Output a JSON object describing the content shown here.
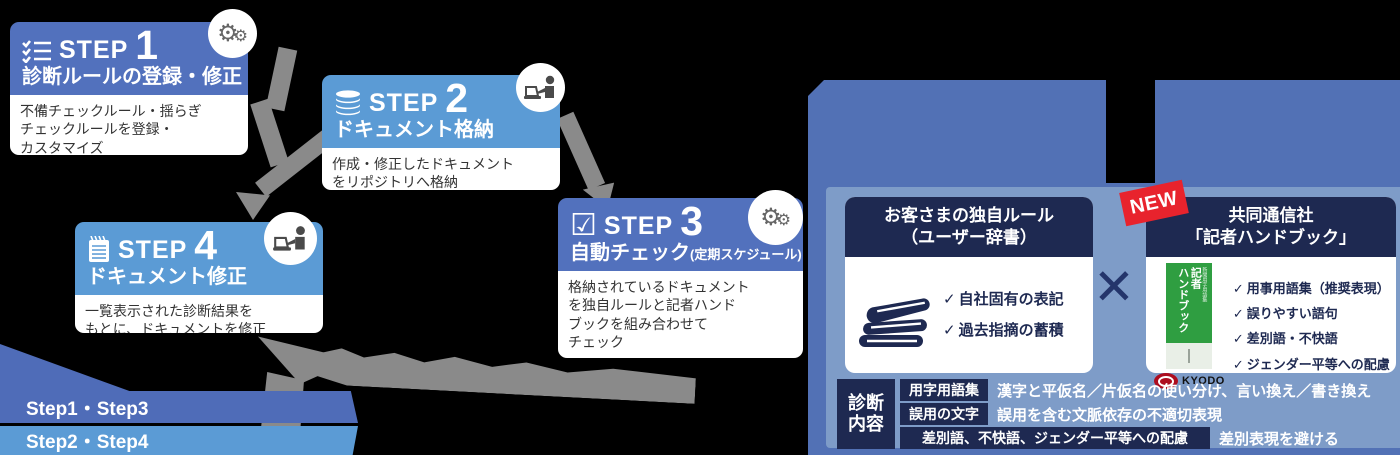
{
  "colors": {
    "background": "#000000",
    "step_blue_dark": "#5271bd",
    "step_blue_light": "#5b9bd5",
    "panel_outer_blue": "#5271b5",
    "panel_inner_blue": "#7e9cc8",
    "navy": "#1e2951",
    "new_badge_red": "#e8232d",
    "kyodo_red": "#ad0d1f",
    "book_green": "#2f9e41",
    "arrow_gray": "#8a8a8a",
    "body_text": "#333333"
  },
  "icons": {
    "check": "✓",
    "checkbox": "☑",
    "gear": "⚙",
    "multiply": "✕"
  },
  "steps": [
    {
      "step_word": "STEP",
      "number": "1",
      "title": "診断ルールの登録・修正",
      "body": "不備チェックルール・揺らぎ\nチェックルールを登録・\nカスタマイズ"
    },
    {
      "step_word": "STEP",
      "number": "2",
      "title": "ドキュメント格納",
      "body": "作成・修正したドキュメント\nをリポジトリへ格納"
    },
    {
      "step_word": "STEP",
      "number": "3",
      "title": "自動チェック",
      "title_note": "(定期スケジュール)",
      "body": "格納されているドキュメント\nを独自ルールと記者ハンド\nブックを組み合わせて\nチェック"
    },
    {
      "step_word": "STEP",
      "number": "4",
      "title": "ドキュメント修正",
      "body": "一覧表示された診断結果を\nもとに、ドキュメントを修正"
    }
  ],
  "legend": {
    "row1": "Step1・Step3",
    "row2": "Step2・Step4"
  },
  "panel": {
    "left_card": {
      "title": "お客さまの独自ルール\n（ユーザー辞書）",
      "checks": [
        "自社固有の表記",
        "過去指摘の蓄積"
      ]
    },
    "new_badge": "NEW",
    "right_card": {
      "title": "共同通信社\n「記者ハンドブック」",
      "checks": [
        "用事用語集（推奨表現）",
        "誤りやすい語句",
        "差別語・不快語",
        "ジェンダー平等への配慮"
      ],
      "book_title": "記者\nハンドブック",
      "book_subtitle": "新聞用字用語集",
      "logo_text": "KYODO"
    },
    "table": {
      "header": "診断\n内容",
      "rows": [
        {
          "label": "用字用語集",
          "desc": "漢字と平仮名／片仮名の使い分け、言い換え／書き換え"
        },
        {
          "label": "誤用の文字",
          "desc": "誤用を含む文脈依存の不適切表現"
        },
        {
          "label": "差別語、不快語、ジェンダー平等への配慮",
          "desc": "差別表現を避ける"
        }
      ]
    }
  }
}
